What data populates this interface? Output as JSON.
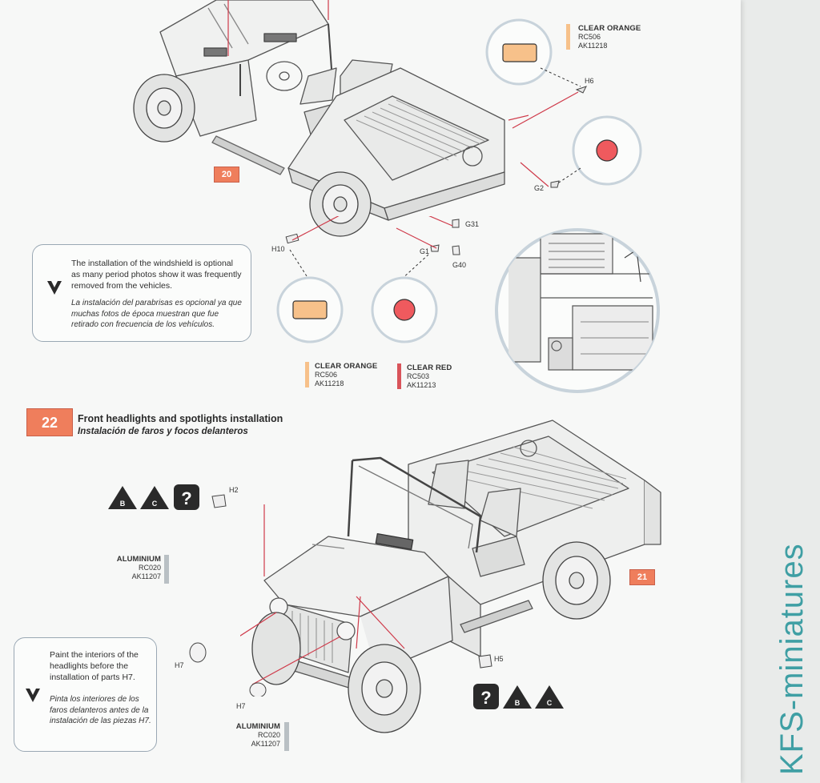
{
  "watermark": "KFS-miniatures",
  "colors": {
    "step_badge": "#ef7e5c",
    "clear_orange": "#f7c18a",
    "clear_red": "#d9545a",
    "aluminium": "#b9c0c4",
    "note_border": "#9aa8b4",
    "callout_line": "#cf3a4a"
  },
  "step20": {
    "badge": "20"
  },
  "step21": {
    "badge": "21"
  },
  "step22": {
    "badge": "22",
    "title_en": "Front headlights and spotlights installation",
    "title_es": "Instalación de faros y focos delanteros"
  },
  "parts": {
    "h6": "H6",
    "g2": "G2",
    "g31": "G31",
    "h10": "H10",
    "g1": "G1",
    "g40": "G40",
    "h2": "H2",
    "h5": "H5",
    "h7a": "H7",
    "h7b": "H7"
  },
  "paints": {
    "orange_top": {
      "name": "CLEAR ORANGE",
      "code1": "RC506",
      "code2": "AK11218"
    },
    "orange_mid": {
      "name": "CLEAR ORANGE",
      "code1": "RC506",
      "code2": "AK11218"
    },
    "red_mid": {
      "name": "CLEAR RED",
      "code1": "RC503",
      "code2": "AK11213"
    },
    "alu_left": {
      "name": "ALUMINIUM",
      "code1": "RC020",
      "code2": "AK11207"
    },
    "alu_bottom": {
      "name": "ALUMINIUM",
      "code1": "RC020",
      "code2": "AK11207"
    }
  },
  "notes": {
    "windshield": {
      "en": "The installation of the windshield is optional as many period photos show it was frequently removed from the vehicles.",
      "es": "La instalación del parabrisas es opcional ya que muchas fotos de época muestran que fue retirado con frecuencia de los vehículos."
    },
    "headlights": {
      "en": "Paint the interiors of the headlights before the installation of parts H7.",
      "es": "Pinta los interiores de los faros delanteros antes de la instalación de las piezas H7."
    }
  },
  "icons": {
    "check": "check-icon",
    "question": "question-icon",
    "warning_b": "warning-b-icon",
    "warning_c": "warning-c-icon"
  },
  "symbols": {
    "b": "B",
    "c": "C",
    "q": "?"
  }
}
